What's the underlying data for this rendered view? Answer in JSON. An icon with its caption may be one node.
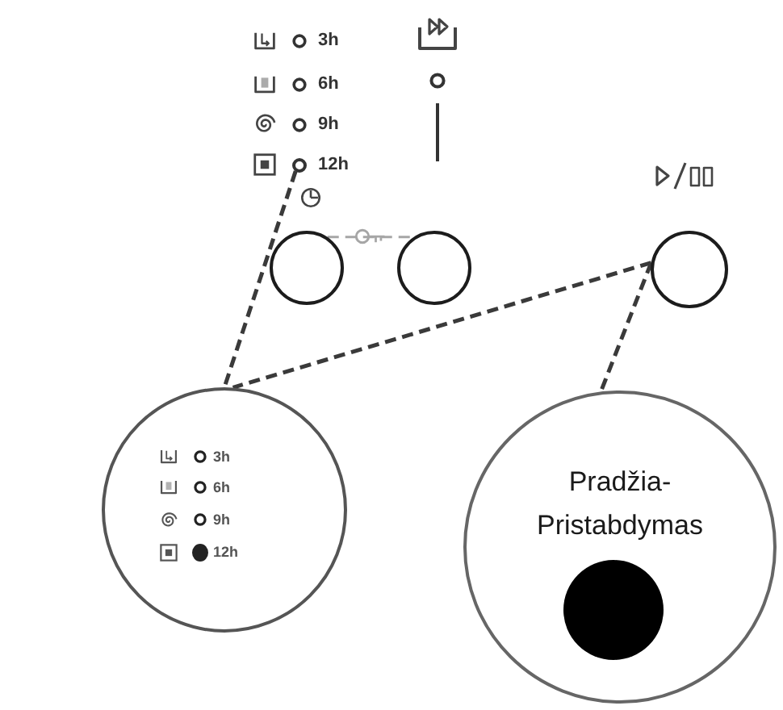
{
  "diagram": {
    "nodes": [
      {
        "text": [],
        "shape": "circle",
        "beside": [
          "12h"
        ]
      },
      {
        "text": [],
        "shape": "circle"
      },
      {
        "text": [],
        "shape": "circle"
      },
      {
        "text": [],
        "shape": "circle"
      },
      {
        "text": [
          "3h",
          "6h",
          "9h",
          "12h"
        ]
      },
      {
        "text": [
          "Pradžia-Pristabdymas"
        ]
      }
    ],
    "edges": [
      {
        "from": 0,
        "to": 4,
        "arrow": "none",
        "style": "dashed"
      },
      {
        "from": 3,
        "to": 4,
        "arrow": "none",
        "style": "dashed"
      },
      {
        "from": 3,
        "to": 5,
        "arrow": "none",
        "style": "dashed"
      },
      {
        "from": 1,
        "to": 2,
        "arrow": "none",
        "style": "dashed",
        "color": "#a6a6a6"
      }
    ],
    "labels": [
      "3h",
      "6h",
      "9h"
    ]
  }
}
